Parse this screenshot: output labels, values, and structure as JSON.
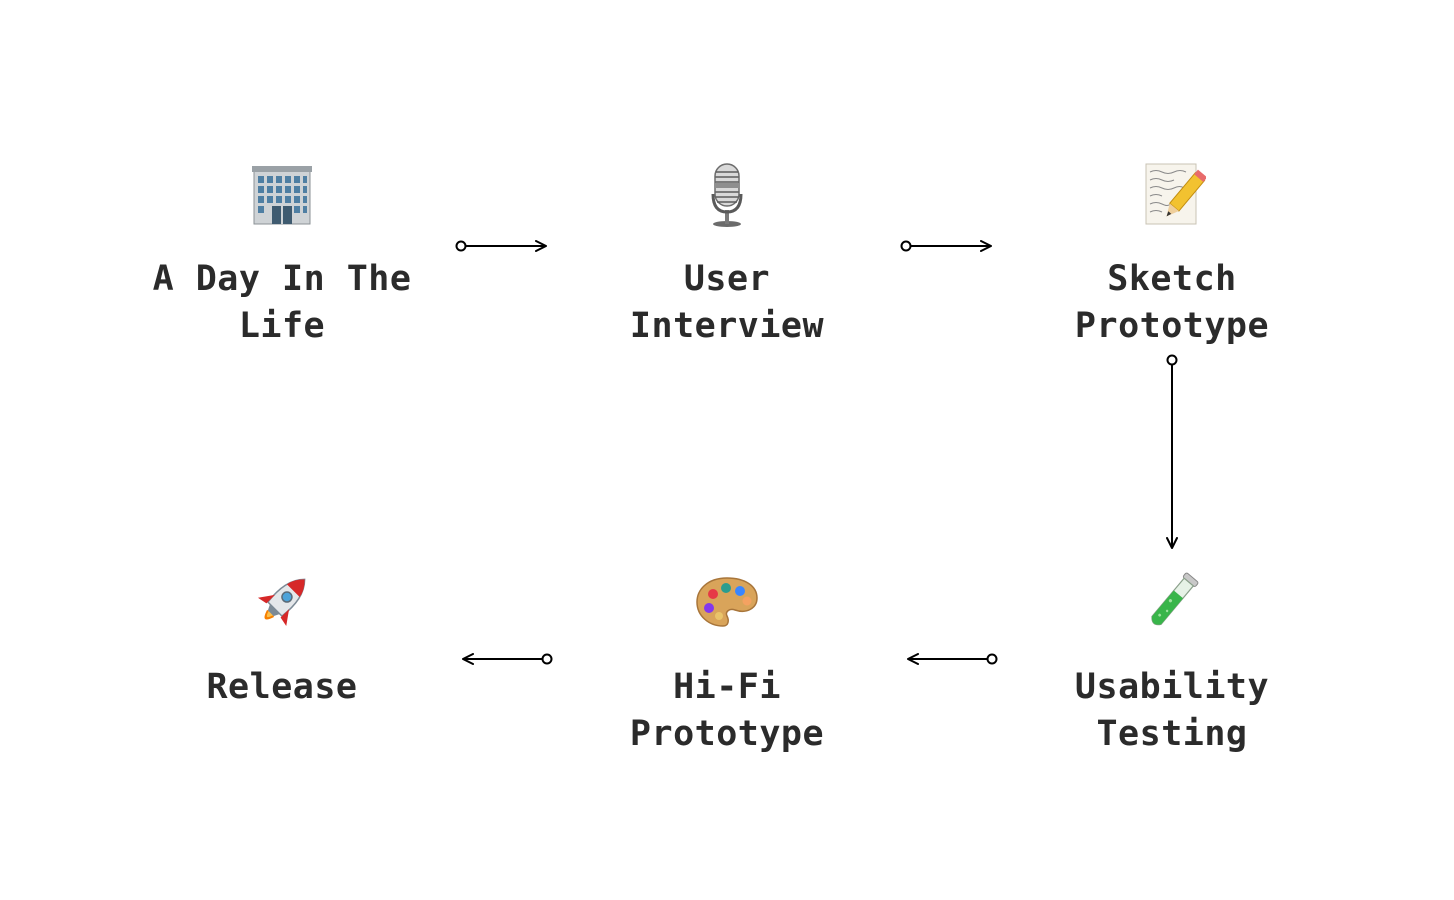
{
  "steps": [
    {
      "label": "A Day In The\nLife",
      "icon": "office-building-icon"
    },
    {
      "label": "User Interview",
      "icon": "microphone-icon"
    },
    {
      "label": "Sketch\nPrototype",
      "icon": "memo-pencil-icon"
    },
    {
      "label": "Usability\nTesting",
      "icon": "test-tube-icon"
    },
    {
      "label": "Hi-Fi\nPrototype",
      "icon": "artist-palette-icon"
    },
    {
      "label": "Release",
      "icon": "rocket-icon"
    }
  ]
}
